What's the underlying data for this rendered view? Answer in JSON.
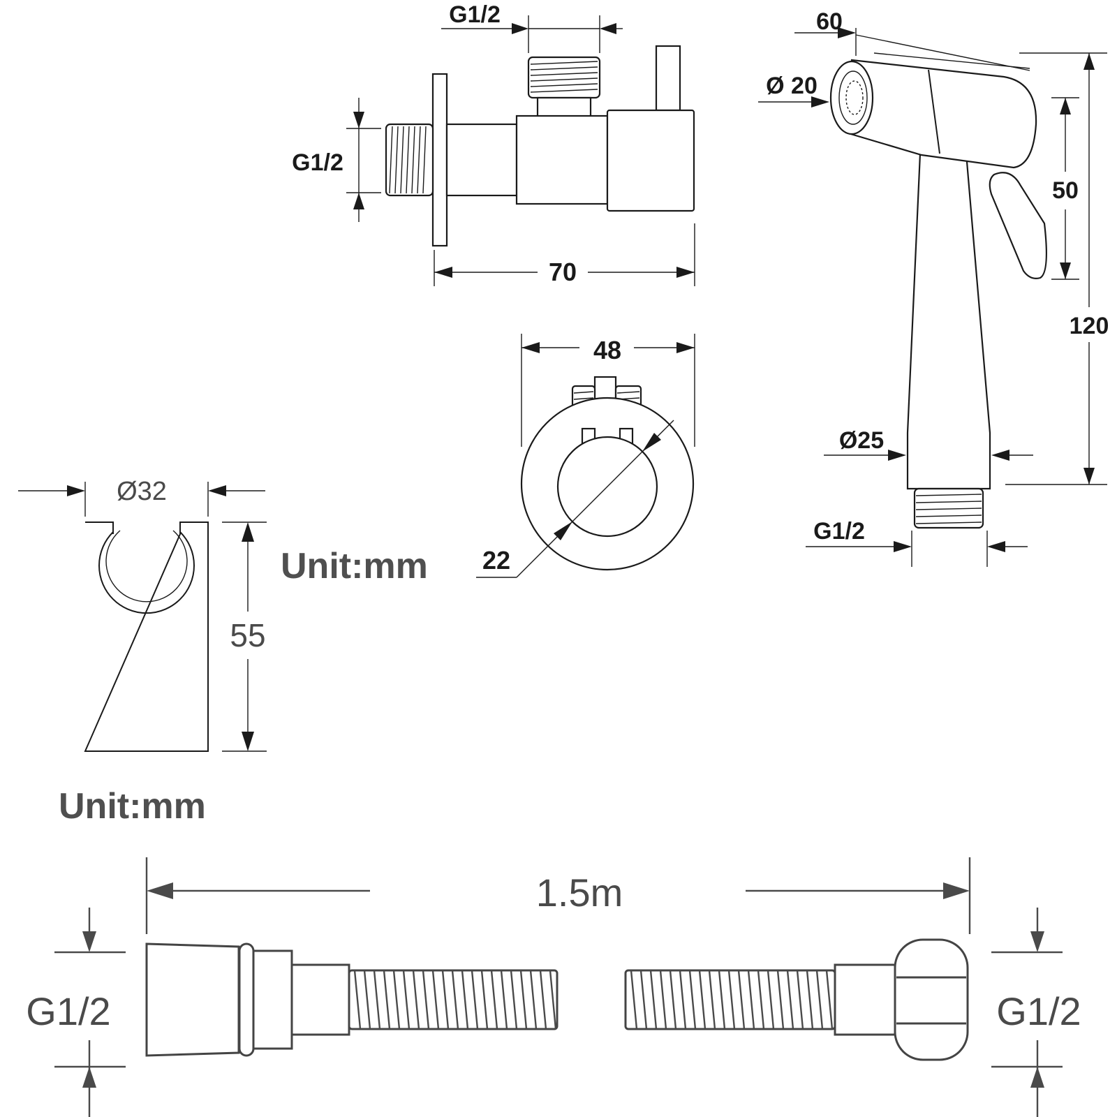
{
  "units": {
    "unit_label_1": "Unit:mm",
    "unit_label_2": "Unit:mm"
  },
  "angle_valve": {
    "top_thread": "G1/2",
    "side_thread": "G1/2",
    "length": "70",
    "front_width": "48",
    "front_diameter": "22"
  },
  "sprayer": {
    "head_length": "60",
    "head_diameter": "Ø 20",
    "trigger_height": "50",
    "total_height": "120",
    "grip_diameter": "Ø25",
    "thread": "G1/2"
  },
  "holder": {
    "diameter": "Ø32",
    "height": "55"
  },
  "hose": {
    "length": "1.5m",
    "left_thread": "G1/2",
    "right_thread": "G1/2"
  },
  "colors": {
    "line": "#1a1a1a",
    "grey_line": "#4a4a4a"
  }
}
